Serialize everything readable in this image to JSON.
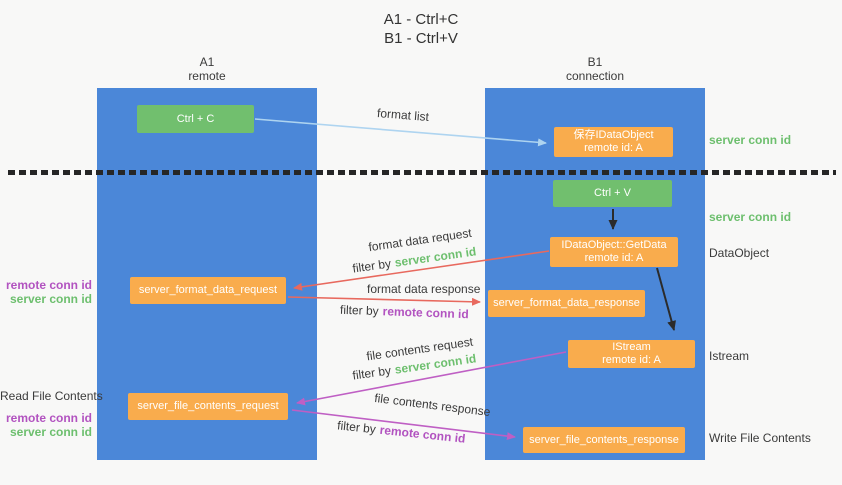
{
  "title": {
    "line1": "A1 - Ctrl+C",
    "line2": "B1 - Ctrl+V"
  },
  "columns": [
    {
      "name": "A1",
      "role": "remote"
    },
    {
      "name": "B1",
      "role": "connection"
    }
  ],
  "boxes": {
    "ctrl_c": {
      "label": "Ctrl + C"
    },
    "save_idataobject": {
      "line1": "保存IDataObject",
      "line2": "remote id: A"
    },
    "ctrl_v": {
      "label": "Ctrl + V"
    },
    "getdata": {
      "line1": "IDataObject::GetData",
      "line2": "remote id: A"
    },
    "format_request": {
      "label": "server_format_data_request"
    },
    "format_response": {
      "label": "server_format_data_response"
    },
    "istream": {
      "line1": "IStream",
      "line2": "remote id: A"
    },
    "file_request": {
      "label": "server_file_contents_request"
    },
    "file_response": {
      "label": "server_file_contents_response"
    }
  },
  "labels": {
    "format_list": "format list",
    "format_data_request": "format data request",
    "format_data_response": "format data response",
    "file_contents_request": "file contents request",
    "file_contents_response": "file contents response",
    "filter_by": "filter by",
    "server_conn_id": "server conn id",
    "remote_conn_id": "remote conn id",
    "read_file_contents": "Read File Contents",
    "write_file_contents": "Write File Contents",
    "dataobject": "DataObject",
    "istream": "Istream"
  },
  "colors": {
    "column_blue": "#4b87d8",
    "box_green": "#71bf6e",
    "box_orange": "#f9ac4d",
    "arrow_red": "#e8695e",
    "arrow_magenta": "#bf5fc4",
    "arrow_lightblue": "#aed4f0",
    "arrow_black": "#2b2b2b",
    "text_green": "#6dbf6e",
    "text_purple": "#b253c0"
  }
}
